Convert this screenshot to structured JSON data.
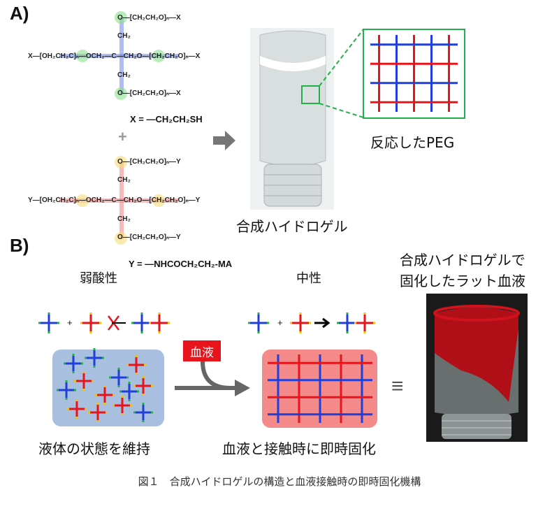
{
  "panel_a": {
    "label": "A)",
    "thiol_peg": {
      "top": "O—[CH₂CH₂O]ₙ—X",
      "ch2_top": "CH₂",
      "middle": "X—[OH₂CH₂C]ₙ—OCH₂—C—CH₂O—[CH₂CH₂O]ₙ—X",
      "ch2_bottom": "CH₂",
      "bottom": "O—[CH₂CH₂O]ₙ—X",
      "definition": "X = —CH₂CH₂SH"
    },
    "plus": "+",
    "ma_peg": {
      "top": "O—[CH₂CH₂O]ₙ—Y",
      "ch2_top": "CH₂",
      "middle": "Y—[OH₂CH₂C]ₙ—OCH₂—C—CH₂O—[CH₂CH₂O]ₙ—Y",
      "ch2_bottom": "CH₂",
      "bottom": "O—[CH₂CH₂O]ₙ—Y",
      "definition": "Y = —NHCOCH₂CH₂-MA"
    },
    "vial_caption": "合成ハイドロゲル",
    "inset_caption": "反応したPEG"
  },
  "panel_b": {
    "label": "B)",
    "acidic_label": "弱酸性",
    "neutral_label": "中性",
    "plus": "+",
    "blood_tag": "血液",
    "liquid_caption": "液体の状態を維持",
    "solid_caption": "血液と接触時に即時固化",
    "equiv": "≡",
    "photo_caption_1": "合成ハイドロゲルで",
    "photo_caption_2": "固化したラット血液"
  },
  "figure_caption": "図１　合成ハイドロゲルの構造と血液接触時の即時固化機構",
  "colors": {
    "blue": "#1f3fd8",
    "red": "#e8141b",
    "green": "#22b04b",
    "yellow": "#f2c200",
    "blue_box": "#a9bfe0",
    "red_box": "#f58a8a",
    "arrow": "#666666"
  }
}
